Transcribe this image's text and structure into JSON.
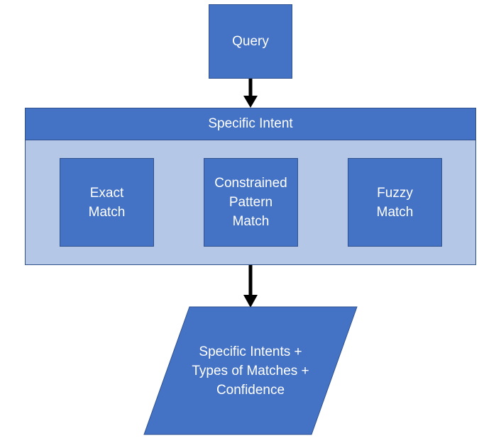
{
  "nodes": {
    "query": "Query",
    "specific_intent": "Specific Intent",
    "exact_match": "Exact\nMatch",
    "constrained_pattern_match": "Constrained\nPattern\nMatch",
    "fuzzy_match": "Fuzzy\nMatch",
    "output": "Specific Intents +\nTypes of Matches +\nConfidence"
  },
  "colors": {
    "box_fill": "#4472c4",
    "box_border": "#2f528f",
    "container_fill": "#b4c7e7",
    "text": "#ffffff",
    "arrow": "#000000"
  }
}
